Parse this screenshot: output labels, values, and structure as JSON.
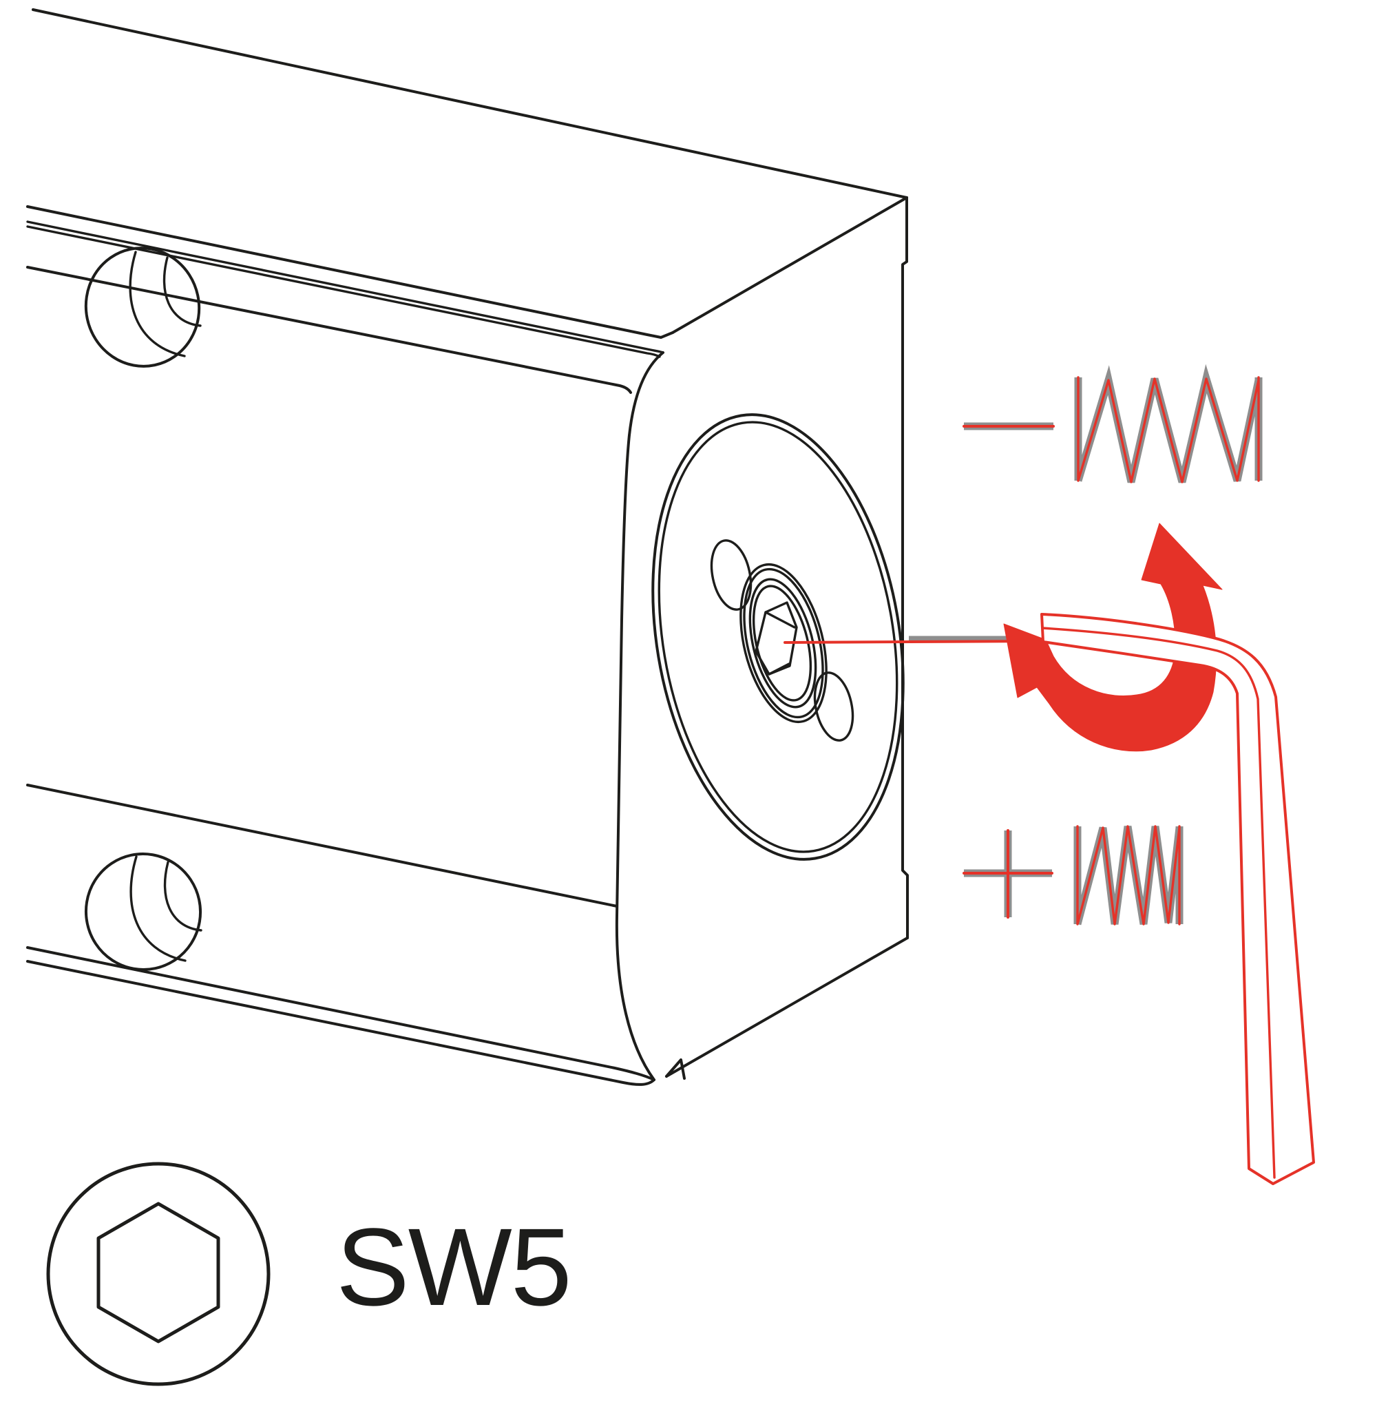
{
  "page": {
    "background": "#ffffff"
  },
  "colors": {
    "bg": "#ffffff",
    "line": "#1d1d1b",
    "accent": "#e53228",
    "halo": "#8e8e8e",
    "text": "#1d1d1b"
  },
  "labels": {
    "wrench_size": "SW5"
  },
  "icons": {
    "minus_icon": "−",
    "plus_icon": "+",
    "spring_relaxed_icon": "/\\/\\/\\/\\  wide coils (less spring tension)",
    "spring_compressed_icon": "/\\/\\/\\ tight coils (more spring tension)",
    "rotation_arrow_icon": "curved double-headed red arrow (turn either direction)",
    "hex_key_icon": "allen key outline (white with red contour)",
    "hex_socket_icon": "hexagon inside circle"
  }
}
